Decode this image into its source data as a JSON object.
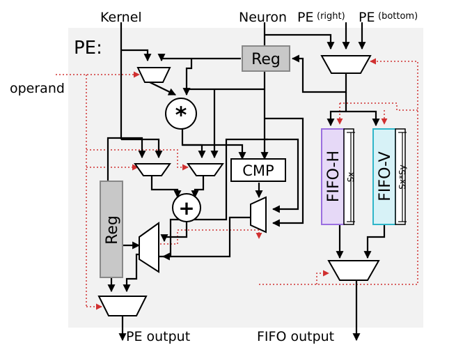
{
  "labels": {
    "kernel": "Kernel",
    "neuron": "Neuron",
    "pe_right_main": "PE",
    "pe_right_sub": "(right)",
    "pe_bottom_main": "PE",
    "pe_bottom_sub": "(bottom)",
    "operand": "operand",
    "pe_title": "PE:",
    "reg_top": "Reg",
    "reg_left": "Reg",
    "multiply": "*",
    "add": "+",
    "cmp": "CMP",
    "fifo_h": "FIFO-H",
    "fifo_v": "FIFO-V",
    "size_h": "Sx",
    "size_v": "Sx*Sy",
    "pe_output": "PE output",
    "fifo_output": "FIFO output"
  },
  "colors": {
    "pe_background": "#f2f2f2",
    "reg_fill": "#c8c8c8",
    "fifo_h_fill": "#e6d9f7",
    "fifo_h_border": "#9b6fe0",
    "fifo_v_fill": "#d7f2f7",
    "fifo_v_border": "#2fb6c9",
    "control_line": "#d03030"
  }
}
